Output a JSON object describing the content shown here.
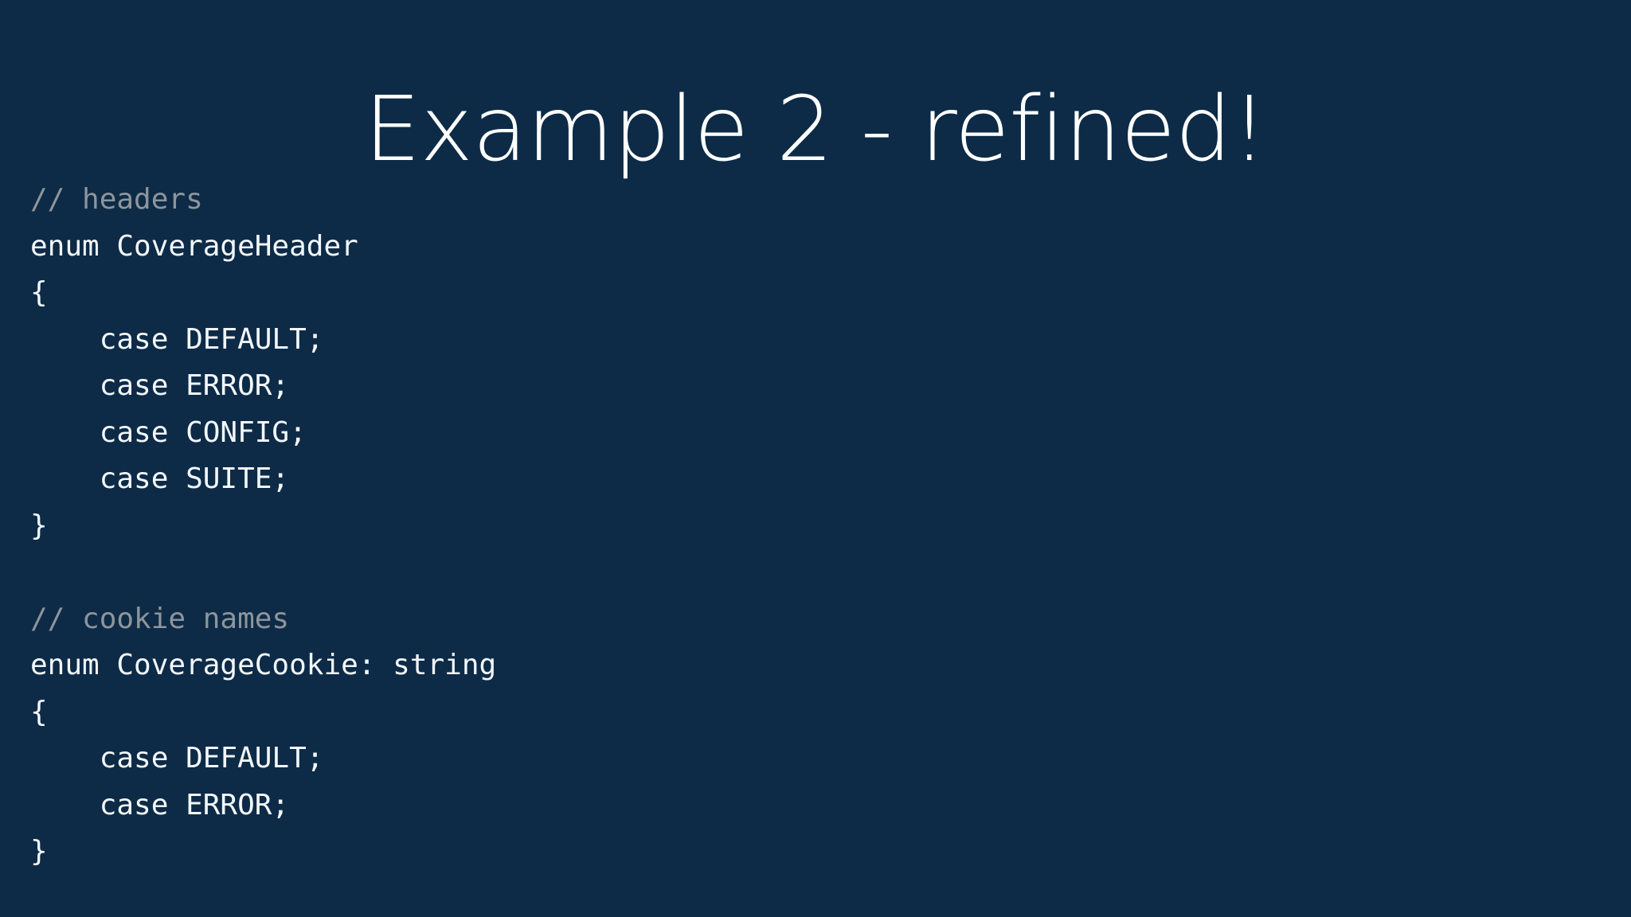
{
  "slide": {
    "title": "Example 2 - refined!",
    "background_color": "#0d2b47",
    "title_color": "#ffffff",
    "code_color": "#f3f7fa",
    "comment_color": "#8e959b"
  },
  "code": {
    "language": "php",
    "lines": [
      {
        "text": "// headers",
        "kind": "comment"
      },
      {
        "text": "enum CoverageHeader",
        "kind": "code"
      },
      {
        "text": "{",
        "kind": "code"
      },
      {
        "text": "    case DEFAULT;",
        "kind": "code"
      },
      {
        "text": "    case ERROR;",
        "kind": "code"
      },
      {
        "text": "    case CONFIG;",
        "kind": "code"
      },
      {
        "text": "    case SUITE;",
        "kind": "code"
      },
      {
        "text": "}",
        "kind": "code"
      },
      {
        "text": "",
        "kind": "blank"
      },
      {
        "text": "// cookie names",
        "kind": "comment"
      },
      {
        "text": "enum CoverageCookie: string",
        "kind": "code"
      },
      {
        "text": "{",
        "kind": "code"
      },
      {
        "text": "    case DEFAULT;",
        "kind": "code"
      },
      {
        "text": "    case ERROR;",
        "kind": "code"
      },
      {
        "text": "}",
        "kind": "code"
      }
    ]
  }
}
